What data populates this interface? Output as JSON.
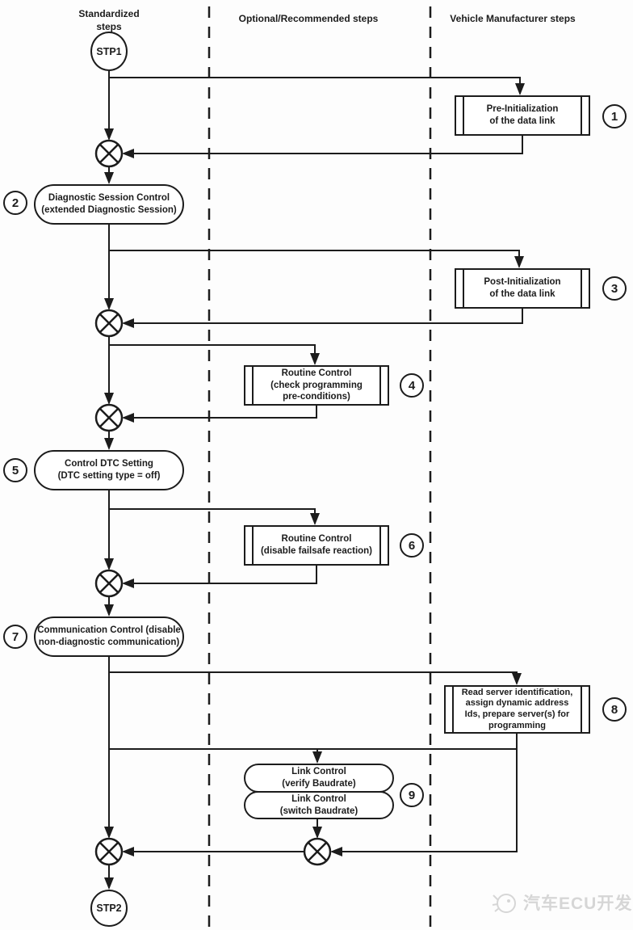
{
  "columns": [
    {
      "label": "Standardized\nsteps"
    },
    {
      "label": "Optional/Recommended steps"
    },
    {
      "label": "Vehicle Manufacturer steps"
    }
  ],
  "terminals": {
    "start": "STP1",
    "end": "STP2"
  },
  "steps": {
    "s1": {
      "num": "1",
      "label": "Pre-Initialization\nof the data link"
    },
    "s2": {
      "num": "2",
      "label": "Diagnostic Session Control\n(extended Diagnostic Session)"
    },
    "s3": {
      "num": "3",
      "label": "Post-Initialization\nof the data link"
    },
    "s4": {
      "num": "4",
      "label": "Routine Control\n(check programming\npre-conditions)"
    },
    "s5": {
      "num": "5",
      "label": "Control DTC Setting\n(DTC setting type = off)"
    },
    "s6": {
      "num": "6",
      "label": "Routine Control\n(disable failsafe reaction)"
    },
    "s7": {
      "num": "7",
      "label": "Communication Control (disable\nnon-diagnostic communication)"
    },
    "s8": {
      "num": "8",
      "label": "Read server identification,\nassign dynamic address\nIds, prepare server(s) for\nprogramming"
    },
    "s9": {
      "num": "9",
      "label_top": "Link Control\n(verify Baudrate)",
      "label_bottom": "Link Control\n(switch Baudrate)"
    }
  },
  "watermark": {
    "label": "汽车ECU开发"
  },
  "colors": {
    "line": "#1c1c1c",
    "watermark": "#d6d6d6"
  }
}
